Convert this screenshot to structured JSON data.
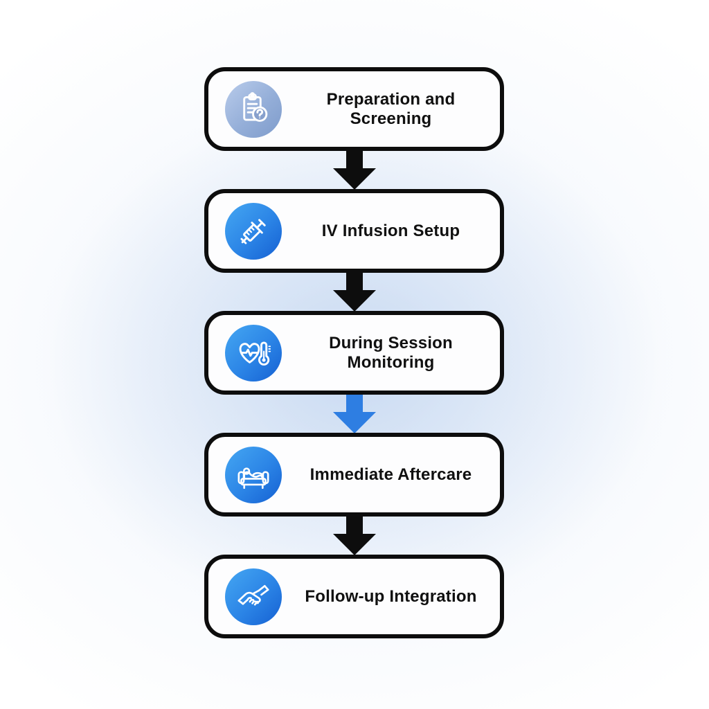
{
  "diagram": {
    "type": "flowchart",
    "direction": "vertical",
    "steps": [
      {
        "label": "Preparation and Screening",
        "icon": "clipboard-question-icon",
        "icon_style": "muted-blue"
      },
      {
        "label": "IV Infusion Setup",
        "icon": "syringe-icon",
        "icon_style": "bright-blue"
      },
      {
        "label": "During Session Monitoring",
        "icon": "heart-pulse-thermometer-icon",
        "icon_style": "bright-blue"
      },
      {
        "label": "Immediate Aftercare",
        "icon": "person-resting-couch-icon",
        "icon_style": "bright-blue"
      },
      {
        "label": "Follow-up Integration",
        "icon": "handshake-icon",
        "icon_style": "bright-blue"
      }
    ],
    "connectors": [
      {
        "from": "Preparation and Screening",
        "to": "IV Infusion Setup",
        "color": "#0d0d0d"
      },
      {
        "from": "IV Infusion Setup",
        "to": "During Session Monitoring",
        "color": "#0d0d0d"
      },
      {
        "from": "During Session Monitoring",
        "to": "Immediate Aftercare",
        "color": "#2e7ee2"
      },
      {
        "from": "Immediate Aftercare",
        "to": "Follow-up Integration",
        "color": "#0d0d0d"
      }
    ],
    "colors": {
      "box_border": "#0d0d0d",
      "box_background": "#fdfdfe",
      "label_text": "#101010",
      "icon_stroke": "#ffffff",
      "icon_muted_gradient_from": "#b9cceb",
      "icon_muted_gradient_to": "#7e9bcb",
      "icon_blue_gradient_from": "#45a7f2",
      "icon_blue_gradient_to": "#1560d2",
      "arrow_black": "#0d0d0d",
      "arrow_blue": "#2e7ee2",
      "background_glow": "#b0c9ec"
    }
  }
}
